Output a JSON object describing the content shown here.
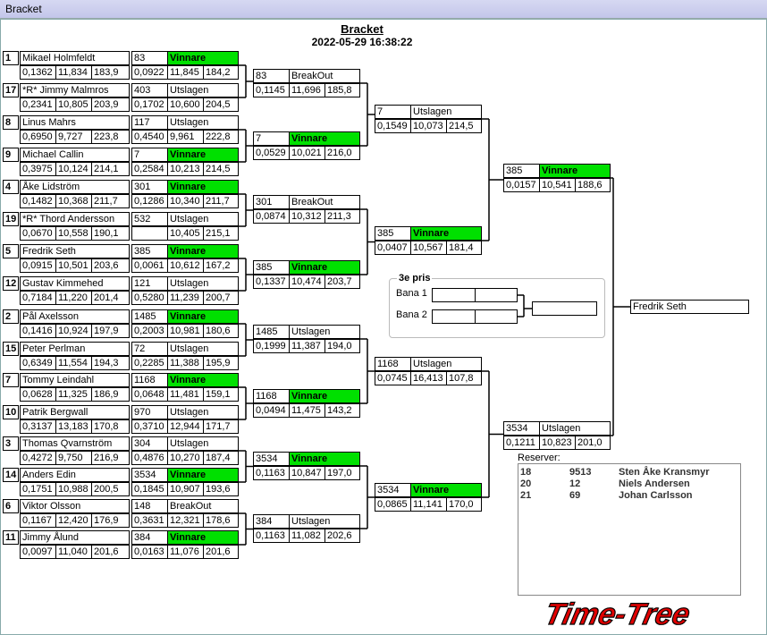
{
  "window_title": "Bracket",
  "header": {
    "title": "Bracket",
    "date": "2022-05-29 16:38:22"
  },
  "round1": [
    {
      "seed": "1",
      "name": "Mikael Holmfeldt",
      "s": [
        "0,1362",
        "11,834",
        "183,9"
      ],
      "num": "83",
      "result": "Vinnare",
      "r": [
        "0,0922",
        "11,845",
        "184,2"
      ]
    },
    {
      "seed": "17",
      "name": "*R* Jimmy Malmros",
      "s": [
        "0,2341",
        "10,805",
        "203,9"
      ],
      "num": "403",
      "result": "Utslagen",
      "r": [
        "0,1702",
        "10,600",
        "204,5"
      ]
    },
    {
      "seed": "8",
      "name": "Linus Mahrs",
      "s": [
        "0,6950",
        "9,727",
        "223,8"
      ],
      "num": "117",
      "result": "Utslagen",
      "r": [
        "0,4540",
        "9,961",
        "222,8"
      ]
    },
    {
      "seed": "9",
      "name": "Michael Callin",
      "s": [
        "0,3975",
        "10,124",
        "214,1"
      ],
      "num": "7",
      "result": "Vinnare",
      "r": [
        "0,2584",
        "10,213",
        "214,5"
      ]
    },
    {
      "seed": "4",
      "name": "Åke Lidström",
      "s": [
        "0,1482",
        "10,368",
        "211,7"
      ],
      "num": "301",
      "result": "Vinnare",
      "r": [
        "0,1286",
        "10,340",
        "211,7"
      ]
    },
    {
      "seed": "19",
      "name": "*R* Thord Andersson",
      "s": [
        "0,0670",
        "10,558",
        "190,1"
      ],
      "num": "532",
      "result": "Utslagen",
      "r": [
        "",
        "10,405",
        "215,1"
      ]
    },
    {
      "seed": "5",
      "name": "Fredrik Seth",
      "s": [
        "0,0915",
        "10,501",
        "203,6"
      ],
      "num": "385",
      "result": "Vinnare",
      "r": [
        "0,0061",
        "10,612",
        "167,2"
      ]
    },
    {
      "seed": "12",
      "name": "Gustav Kimmehed",
      "s": [
        "0,7184",
        "11,220",
        "201,4"
      ],
      "num": "121",
      "result": "Utslagen",
      "r": [
        "0,5280",
        "11,239",
        "200,7"
      ]
    },
    {
      "seed": "2",
      "name": "Pål Axelsson",
      "s": [
        "0,1416",
        "10,924",
        "197,9"
      ],
      "num": "1485",
      "result": "Vinnare",
      "r": [
        "0,2003",
        "10,981",
        "180,6"
      ]
    },
    {
      "seed": "15",
      "name": "Peter Perlman",
      "s": [
        "0,6349",
        "11,554",
        "194,3"
      ],
      "num": "72",
      "result": "Utslagen",
      "r": [
        "0,2285",
        "11,388",
        "195,9"
      ]
    },
    {
      "seed": "7",
      "name": "Tommy  Leindahl",
      "s": [
        "0,0628",
        "11,325",
        "186,9"
      ],
      "num": "1168",
      "result": "Vinnare",
      "r": [
        "0,0648",
        "11,481",
        "159,1"
      ]
    },
    {
      "seed": "10",
      "name": "Patrik Bergwall",
      "s": [
        "0,3137",
        "13,183",
        "170,8"
      ],
      "num": "970",
      "result": "Utslagen",
      "r": [
        "0,3710",
        "12,944",
        "171,7"
      ]
    },
    {
      "seed": "3",
      "name": "Thomas Qvarnström",
      "s": [
        "0,4272",
        "9,750",
        "216,9"
      ],
      "num": "304",
      "result": "Utslagen",
      "r": [
        "0,4876",
        "10,270",
        "187,4"
      ]
    },
    {
      "seed": "14",
      "name": "Anders Edin",
      "s": [
        "0,1751",
        "10,988",
        "200,5"
      ],
      "num": "3534",
      "result": "Vinnare",
      "r": [
        "0,1845",
        "10,907",
        "193,6"
      ]
    },
    {
      "seed": "6",
      "name": "Viktor Olsson",
      "s": [
        "0,1167",
        "12,420",
        "176,9"
      ],
      "num": "148",
      "result": "BreakOut",
      "r": [
        "0,3631",
        "12,321",
        "178,6"
      ]
    },
    {
      "seed": "11",
      "name": "Jimmy Ålund",
      "s": [
        "0,0097",
        "11,040",
        "201,6"
      ],
      "num": "384",
      "result": "Vinnare",
      "r": [
        "0,0163",
        "11,076",
        "201,6"
      ]
    }
  ],
  "round2": [
    {
      "num": "83",
      "result": "BreakOut",
      "r": [
        "0,1145",
        "11,696",
        "185,8"
      ]
    },
    {
      "num": "7",
      "result": "Vinnare",
      "r": [
        "0,0529",
        "10,021",
        "216,0"
      ]
    },
    {
      "num": "301",
      "result": "BreakOut",
      "r": [
        "0,0874",
        "10,312",
        "211,3"
      ]
    },
    {
      "num": "385",
      "result": "Vinnare",
      "r": [
        "0,1337",
        "10,474",
        "203,7"
      ]
    },
    {
      "num": "1485",
      "result": "Utslagen",
      "r": [
        "0,1999",
        "11,387",
        "194,0"
      ]
    },
    {
      "num": "1168",
      "result": "Vinnare",
      "r": [
        "0,0494",
        "11,475",
        "143,2"
      ]
    },
    {
      "num": "3534",
      "result": "Vinnare",
      "r": [
        "0,1163",
        "10,847",
        "197,0"
      ]
    },
    {
      "num": "384",
      "result": "Utslagen",
      "r": [
        "0,1163",
        "11,082",
        "202,6"
      ]
    }
  ],
  "round3": [
    {
      "num": "7",
      "result": "Utslagen",
      "r": [
        "0,1549",
        "10,073",
        "214,5"
      ]
    },
    {
      "num": "385",
      "result": "Vinnare",
      "r": [
        "0,0407",
        "10,567",
        "181,4"
      ]
    },
    {
      "num": "1168",
      "result": "Utslagen",
      "r": [
        "0,0745",
        "16,413",
        "107,8"
      ]
    },
    {
      "num": "3534",
      "result": "Vinnare",
      "r": [
        "0,0865",
        "11,141",
        "170,0"
      ]
    }
  ],
  "round4": [
    {
      "num": "385",
      "result": "Vinnare",
      "r": [
        "0,0157",
        "10,541",
        "188,6"
      ]
    },
    {
      "num": "3534",
      "result": "Utslagen",
      "r": [
        "0,1211",
        "10,823",
        "201,0"
      ]
    }
  ],
  "final": {
    "winner": "Fredrik Seth"
  },
  "third": {
    "title": "3e pris",
    "lane1": "Bana 1",
    "lane2": "Bana 2"
  },
  "reserves": {
    "title": "Reserver:",
    "rows": [
      {
        "seed": "18",
        "num": "9513",
        "name": "Sten Åke Kransmyr"
      },
      {
        "seed": "20",
        "num": "12",
        "name": "Niels Andersen"
      },
      {
        "seed": "21",
        "num": "69",
        "name": "Johan  Carlsson"
      }
    ]
  },
  "logo": "Time-Tree",
  "colors": {
    "winner": "#00e000",
    "logo": "#e00000"
  }
}
